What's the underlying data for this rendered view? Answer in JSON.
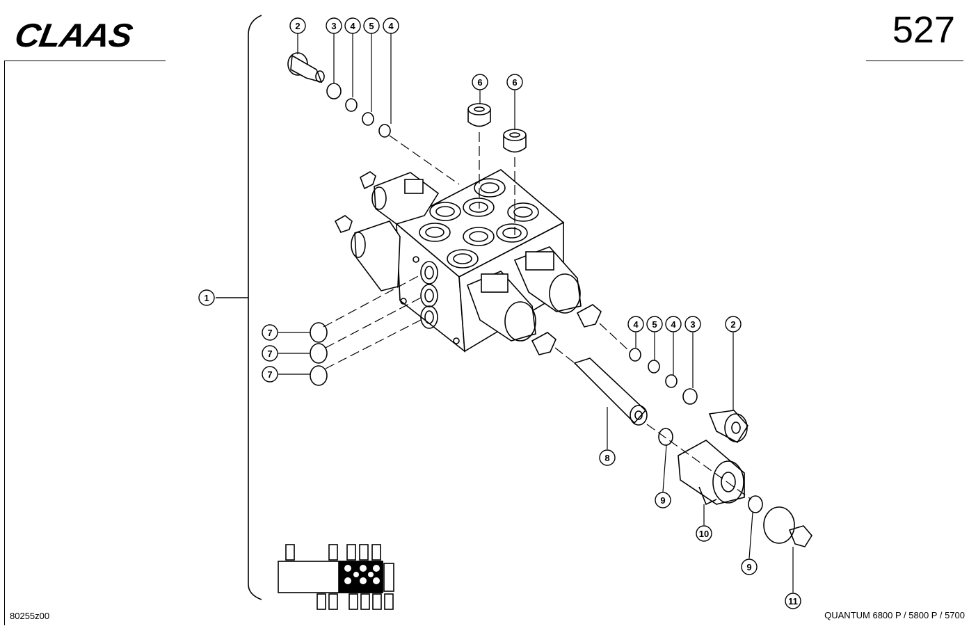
{
  "header": {
    "brand": "CLAAS",
    "page_number": "527"
  },
  "footer": {
    "drawing_code": "80255z00",
    "models": "QUANTUM 6800 P / 5800 P / 5700"
  },
  "callouts": [
    "1",
    "2",
    "3",
    "4",
    "5",
    "4",
    "6",
    "6",
    "7",
    "7",
    "7",
    "4",
    "5",
    "4",
    "3",
    "2",
    "8",
    "9",
    "10",
    "9",
    "11"
  ]
}
